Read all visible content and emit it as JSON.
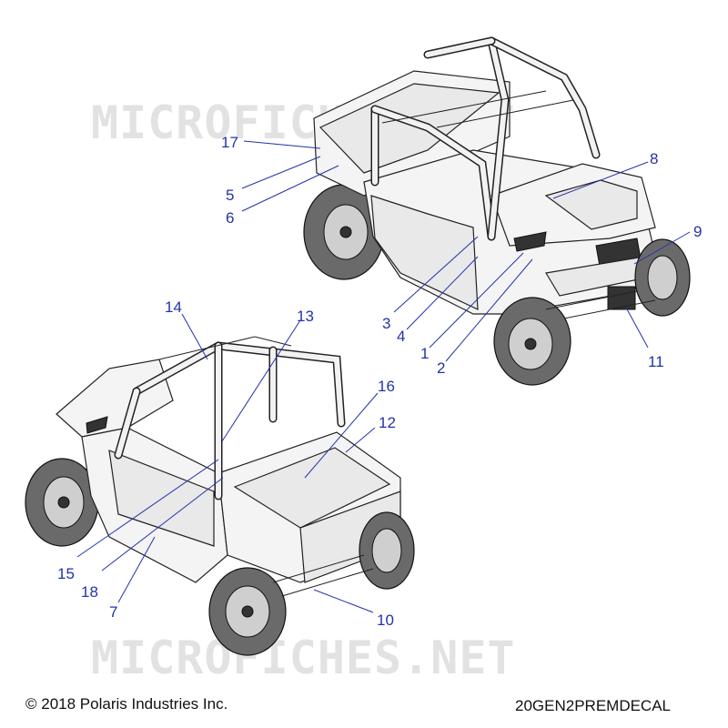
{
  "watermark": "MICROFICHES.NET",
  "copyright": "© 2018 Polaris Industries Inc.",
  "drawing_code": "20GEN2PREMDECAL",
  "callouts": [
    "1",
    "2",
    "3",
    "4",
    "5",
    "6",
    "7",
    "8",
    "9",
    "10",
    "11",
    "12",
    "13",
    "14",
    "15",
    "16",
    "17",
    "18"
  ]
}
